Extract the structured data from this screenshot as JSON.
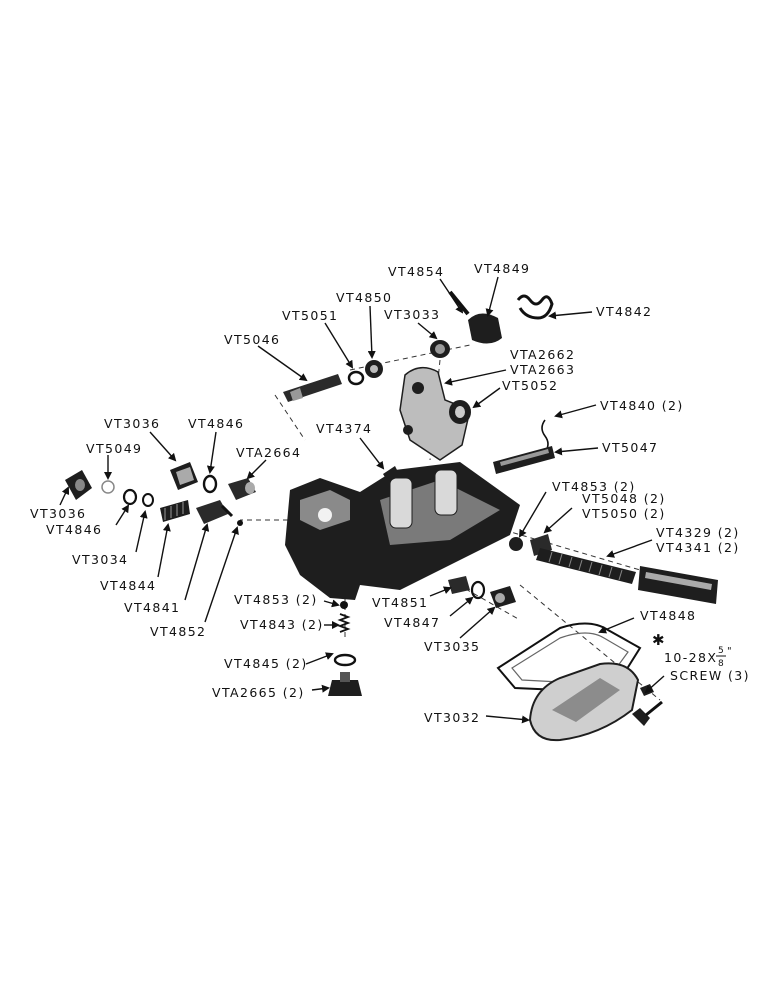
{
  "labels": {
    "vt4854": "VT4854",
    "vt4849": "VT4849",
    "vt4842": "VT4842",
    "vt4850": "VT4850",
    "vt5051": "VT5051",
    "vt3033": "VT3033",
    "vta2662": "VTA2662",
    "vta2663": "VTA2663",
    "vt5046": "VT5046",
    "vt5052": "VT5052",
    "vt4840": "VT4840 (2)",
    "vt4374": "VT4374",
    "vt5047": "VT5047",
    "vt3036_top": "VT3036",
    "vt4846_top": "VT4846",
    "vt5049": "VT5049",
    "vta2664": "VTA2664",
    "vt3036_left": "VT3036",
    "vt4846_left": "VT4846",
    "vt3034": "VT3034",
    "vt4844": "VT4844",
    "vt4841": "VT4841",
    "vt4852": "VT4852",
    "vt4853_right": "VT4853 (2)",
    "vt5048": "VT5048 (2)",
    "vt5050": "VT5050 (2)",
    "vt4329": "VT4329 (2)",
    "vt4341": "VT4341 (2)",
    "vt4853_bottom": "VT4853 (2)",
    "vt4843": "VT4843 (2)",
    "vt4851": "VT4851",
    "vt4847": "VT4847",
    "vt3035": "VT3035",
    "vt4848": "VT4848",
    "vt4845": "VT4845 (2)",
    "vta2665": "VTA2665 (2)",
    "screw_size": "10-28X",
    "screw_frac_num": "5",
    "screw_frac_den": "8",
    "screw_inch": "\"",
    "screw_asterisk": "✱",
    "screw_note": "SCREW (3)",
    "vt3032": "VT3032"
  }
}
